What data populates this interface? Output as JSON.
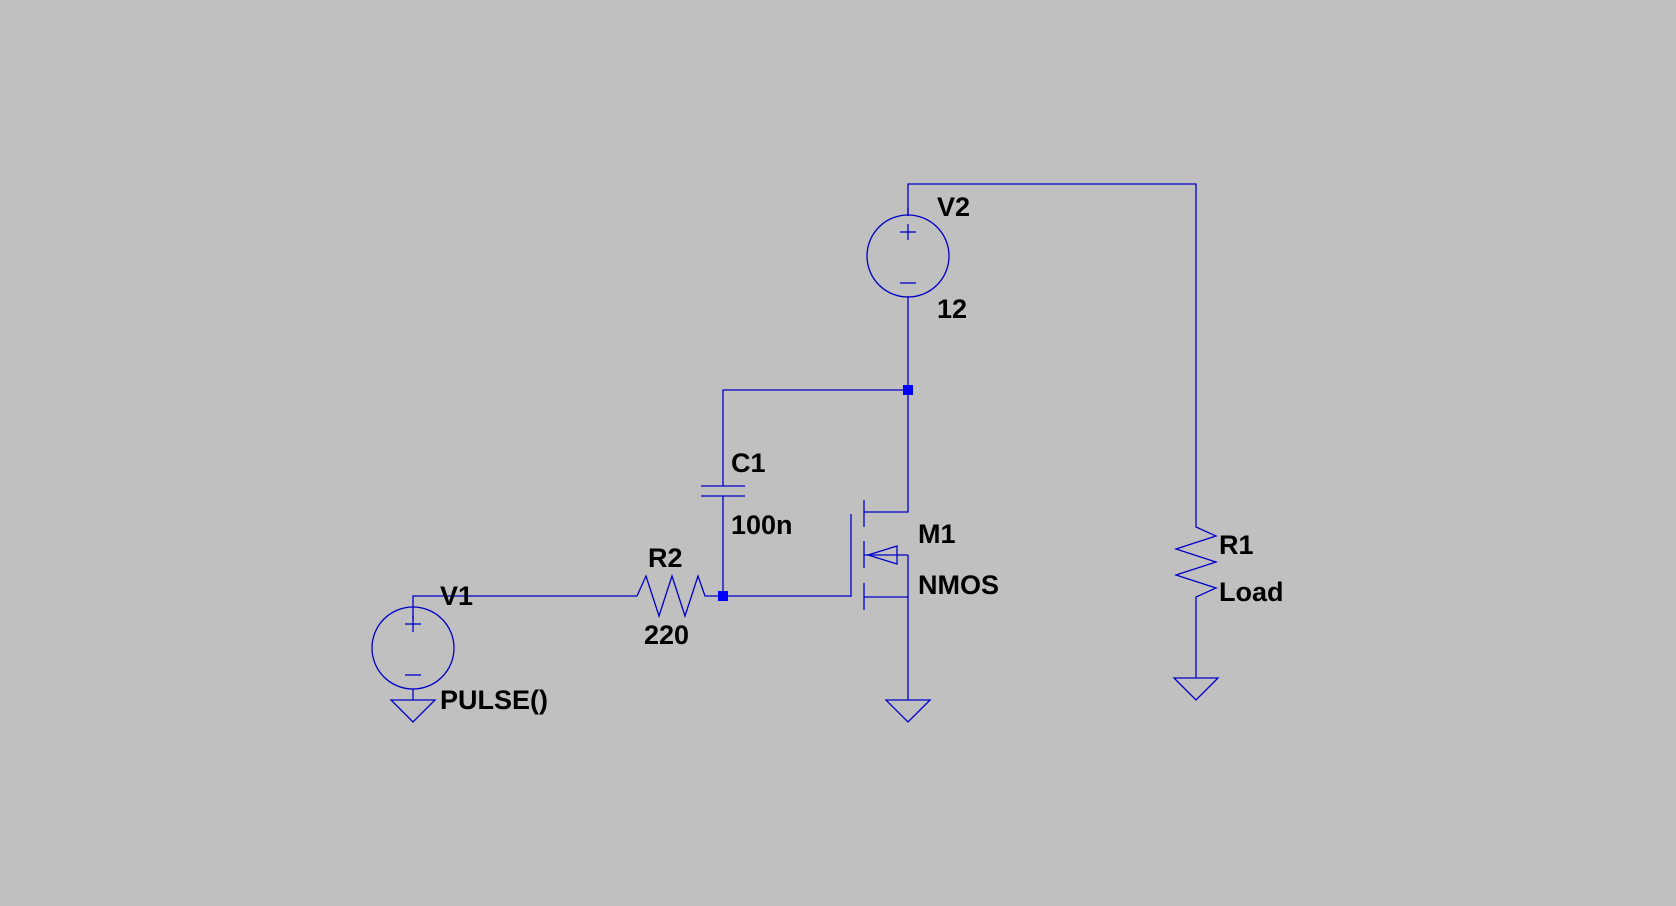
{
  "colors": {
    "background": "#c0c0c0",
    "wire": "#0000c8",
    "junction": "#0000ff",
    "text": "#000000"
  },
  "components": {
    "v1": {
      "name": "V1",
      "value": "PULSE()"
    },
    "v2": {
      "name": "V2",
      "value": "12"
    },
    "r1": {
      "name": "R1",
      "value": "Load"
    },
    "r2": {
      "name": "R2",
      "value": "220"
    },
    "c1": {
      "name": "C1",
      "value": "100n"
    },
    "m1": {
      "name": "M1",
      "value": "NMOS"
    }
  }
}
